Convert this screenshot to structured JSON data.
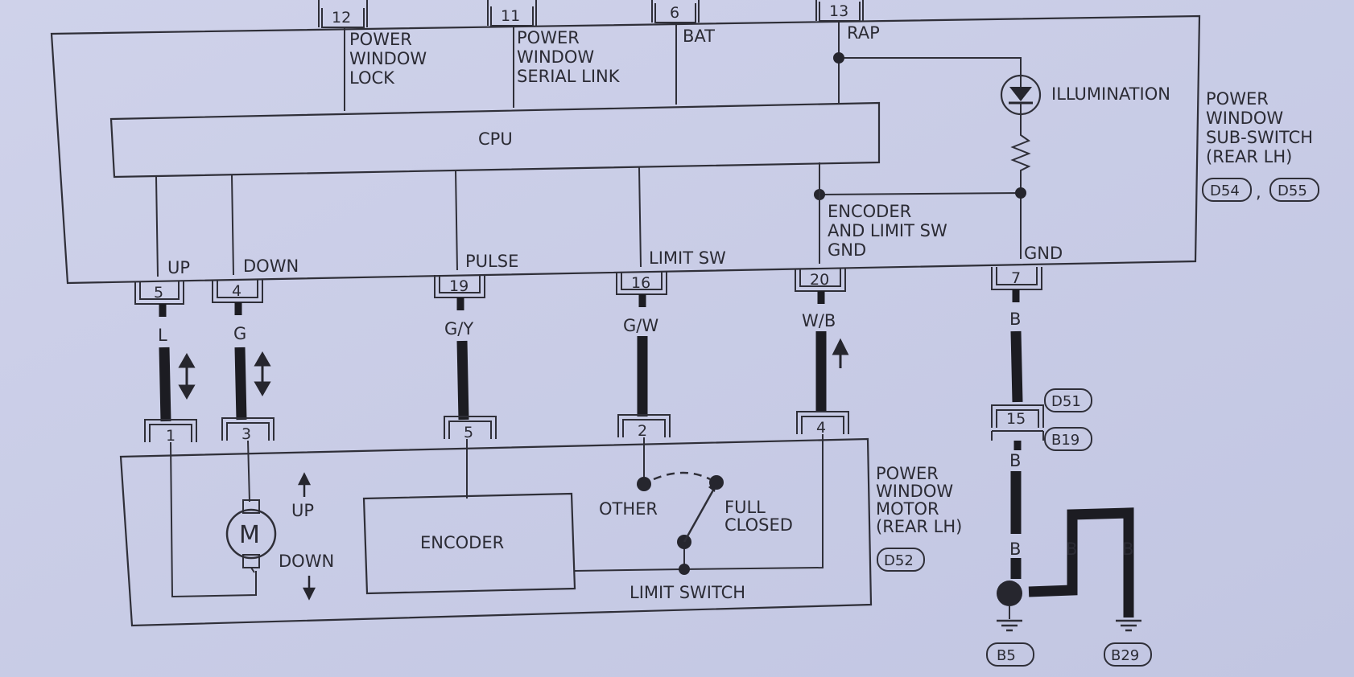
{
  "sub_switch": {
    "title_lines": [
      "POWER",
      "WINDOW",
      "SUB-SWITCH",
      "(REAR LH)"
    ],
    "refs": [
      "D54",
      "D55"
    ],
    "ref_separator": ",",
    "cpu": "CPU",
    "top_pins": [
      {
        "pin": "12",
        "lines": [
          "POWER",
          "WINDOW",
          "LOCK"
        ]
      },
      {
        "pin": "11",
        "lines": [
          "POWER",
          "WINDOW",
          "SERIAL LINK"
        ]
      },
      {
        "pin": "6",
        "lines": [
          "BAT"
        ]
      },
      {
        "pin": "13",
        "lines": [
          "RAP"
        ]
      }
    ],
    "illumination": "ILLUMINATION",
    "encoder_gnd_lines": [
      "ENCODER",
      "AND LIMIT SW",
      "GND"
    ],
    "bottom_pins": [
      {
        "pin": "5",
        "label": "UP"
      },
      {
        "pin": "4",
        "label": "DOWN"
      },
      {
        "pin": "19",
        "label": "PULSE"
      },
      {
        "pin": "16",
        "label": "LIMIT SW"
      },
      {
        "pin": "20",
        "label": ""
      },
      {
        "pin": "7",
        "label": "GND"
      }
    ]
  },
  "wires": [
    {
      "color": "L"
    },
    {
      "color": "G"
    },
    {
      "color": "G/Y"
    },
    {
      "color": "G/W"
    },
    {
      "color": "W/B"
    },
    {
      "color": "B"
    },
    {
      "color": "B"
    },
    {
      "color": "B"
    },
    {
      "color": "B"
    },
    {
      "color": "B"
    }
  ],
  "motor": {
    "title_lines": [
      "POWER",
      "WINDOW",
      "MOTOR",
      "(REAR LH)"
    ],
    "ref": "D52",
    "pins": [
      {
        "pin": "1"
      },
      {
        "pin": "3"
      },
      {
        "pin": "5"
      },
      {
        "pin": "2"
      },
      {
        "pin": "4"
      }
    ],
    "motor_symbol": "M",
    "up": "UP",
    "down": "DOWN",
    "encoder": "ENCODER",
    "other": "OTHER",
    "full_closed_lines": [
      "FULL",
      "CLOSED"
    ],
    "limit_switch": "LIMIT SWITCH"
  },
  "ground": {
    "inline_pin": "15",
    "inline_refs": [
      "D51",
      "B19"
    ],
    "grounds": [
      "B5",
      "B29"
    ]
  },
  "colors": {
    "background": "#c9cde6",
    "line": "#2f2f38",
    "wire": "#1c1c22"
  }
}
